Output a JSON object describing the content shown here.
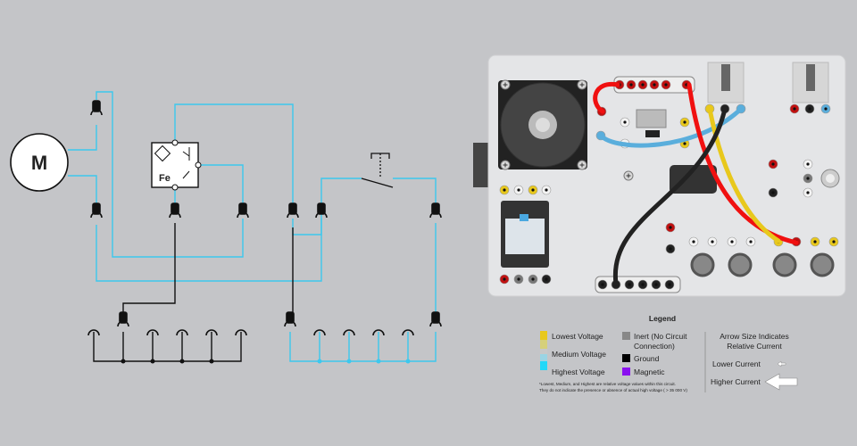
{
  "schematic": {
    "motor_label": "M",
    "sensor_label": "Fe"
  },
  "legend": {
    "title": "Legend",
    "voltage": [
      {
        "label": "Lowest Voltage",
        "color": "#e8c81c"
      },
      {
        "label": "Medium Voltage",
        "color": "#c8c8c8"
      },
      {
        "label": "Highest Voltage",
        "color": "#22d8f8"
      }
    ],
    "states": [
      {
        "label_line1": "Inert (No Circuit",
        "label_line2": "Connection)",
        "color": "#888888"
      },
      {
        "label_line1": "Ground",
        "color": "#000000"
      },
      {
        "label_line1": "Magnetic",
        "color": "#8a10f0"
      }
    ],
    "footnote_line1": "*Lowest, Medium, and Highest are relative voltage values within this circuit.",
    "footnote_line2": "They do not indicate the presence or absence of actual high voltage ( > 35 000 V)",
    "arrow_title_line1": "Arrow Size Indicates",
    "arrow_title_line2": "Relative Current",
    "lower_current": "Lower Current",
    "higher_current": "Higher Current"
  },
  "colors": {
    "wire": "#3cc8ee",
    "background": "#c4c5c8",
    "panel": "#e4e5e7"
  }
}
